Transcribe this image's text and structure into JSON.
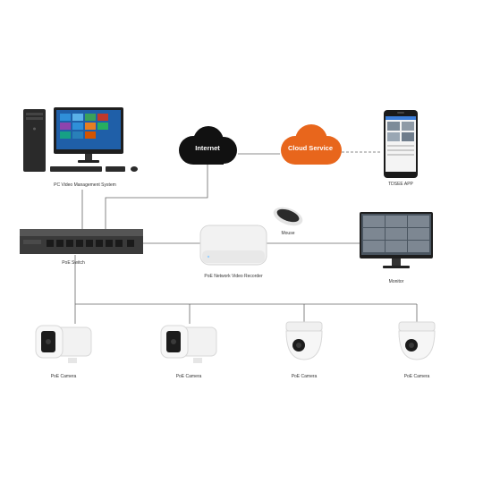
{
  "nodes": {
    "pc": {
      "label": "PC Video Management System"
    },
    "internet": {
      "label": "Internet"
    },
    "cloud": {
      "label": "Cloud Service"
    },
    "app": {
      "label": "TDSEE APP"
    },
    "switch": {
      "label": "PoE Switch"
    },
    "nvr": {
      "label": "PoE Network Video Recorder"
    },
    "mouse": {
      "label": "Mouse"
    },
    "monitor": {
      "label": "Monitor"
    },
    "cameras": [
      {
        "label": "PoE Camera"
      },
      {
        "label": "PoE Camera"
      },
      {
        "label": "PoE Camera"
      },
      {
        "label": "PoE Camera"
      }
    ]
  },
  "colors": {
    "internet_cloud": "#111111",
    "service_cloud": "#e8661c",
    "link_line": "#666666",
    "device_dark": "#333333",
    "device_light": "#f2f2f2"
  }
}
